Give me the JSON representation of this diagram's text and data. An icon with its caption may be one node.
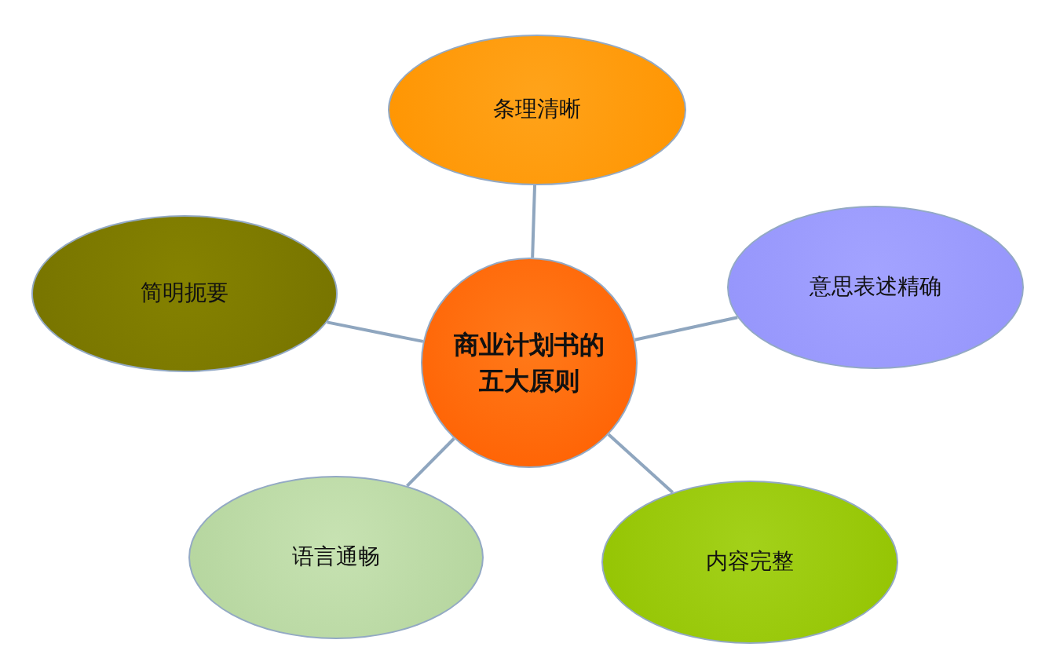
{
  "diagram": {
    "nodes": [
      {
        "text": [
          "条理清晰"
        ]
      },
      {
        "text": [
          "简明扼要"
        ]
      },
      {
        "text": [
          "意思表述精确"
        ]
      },
      {
        "text": [
          "商业计划书的五大原则"
        ]
      },
      {
        "text": [
          "语言通畅"
        ]
      },
      {
        "text": [
          "内容完整"
        ]
      }
    ],
    "edges": [
      {
        "from": 3,
        "to": 0,
        "arrow": "none"
      },
      {
        "from": 3,
        "to": 1,
        "arrow": "none"
      },
      {
        "from": 3,
        "to": 2,
        "arrow": "none"
      },
      {
        "from": 3,
        "to": 4,
        "arrow": "none"
      },
      {
        "from": 3,
        "to": 5,
        "arrow": "none"
      }
    ]
  }
}
